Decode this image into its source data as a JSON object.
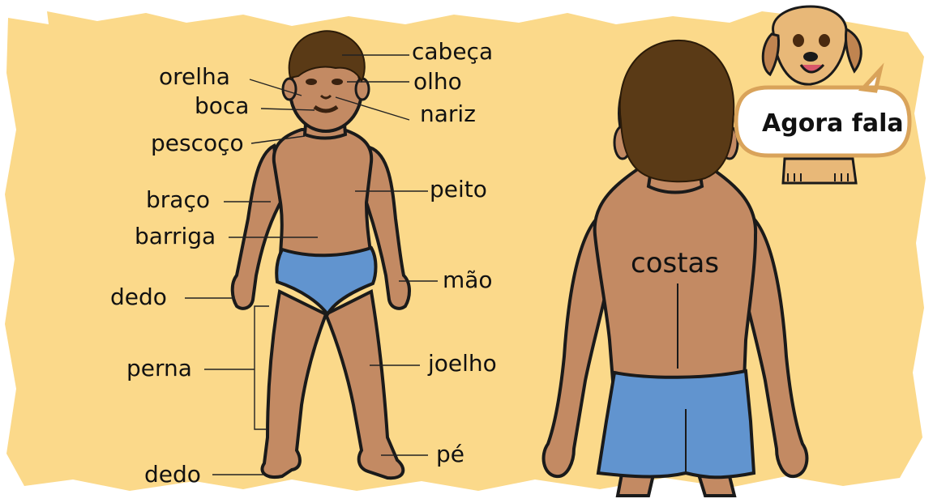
{
  "front_labels": {
    "cabeca": "cabeça",
    "olho": "olho",
    "nariz": "nariz",
    "orelha": "orelha",
    "boca": "boca",
    "pescoco": "pescoço",
    "braco": "braço",
    "peito": "peito",
    "barriga": "barriga",
    "mao": "mão",
    "dedo_mao": "dedo",
    "perna": "perna",
    "joelho": "joelho",
    "pe": "pé",
    "dedo_pe": "dedo"
  },
  "back_labels": {
    "costas": "costas"
  },
  "badge": {
    "text": "Agora fala",
    "icon": "dog-mascot-icon"
  },
  "colors": {
    "background": "#fbd98a",
    "skin": "#c38a63",
    "hair": "#5a3a16",
    "underwear": "#6194cf",
    "outline": "#1a1a1a"
  }
}
